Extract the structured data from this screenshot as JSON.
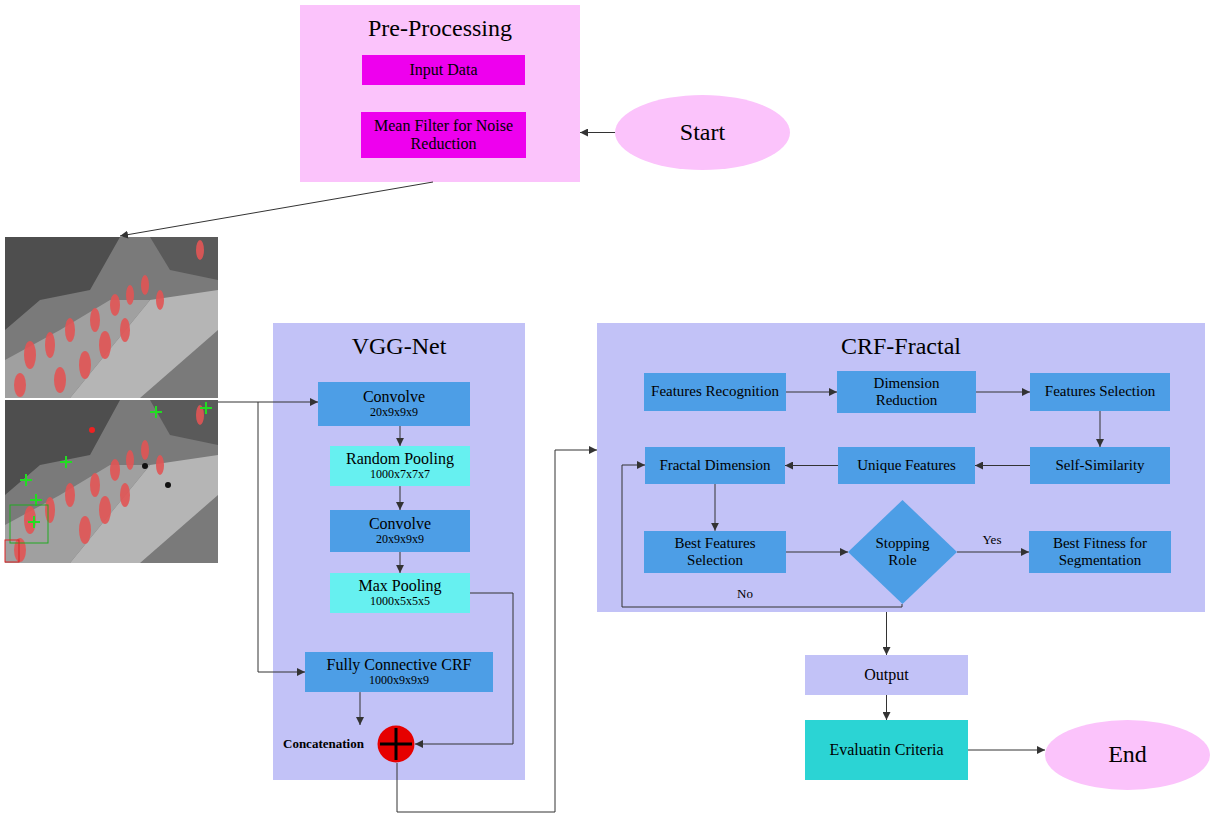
{
  "diagram": {
    "nodes": [
      {
        "text": [
          "Pre-Processing"
        ]
      },
      {
        "text": [
          "Input Data"
        ],
        "in": 0
      },
      {
        "text": [
          "Mean Filter for Noise Reduction"
        ],
        "in": 0
      },
      {
        "text": [
          "Start"
        ]
      },
      {
        "text": [
          "VGG-Net"
        ]
      },
      {
        "text": [
          "Convolve",
          "20x9x9x9"
        ],
        "in": 4
      },
      {
        "text": [
          "Random Pooling",
          "1000x7x7x7"
        ],
        "in": 4
      },
      {
        "text": [
          "Convolve",
          "20x9x9x9"
        ],
        "in": 4
      },
      {
        "text": [
          "Max Pooling",
          "1000x5x5x5"
        ],
        "in": 4
      },
      {
        "text": [
          "Fully Connective CRF",
          "1000x9x9x9"
        ],
        "in": 4
      },
      {
        "text": [
          "Concatenation"
        ],
        "in": 4
      },
      {
        "text": [
          "CRF-Fractal"
        ]
      },
      {
        "text": [
          "Features Recognition"
        ],
        "in": 11
      },
      {
        "text": [
          "Dimension Reduction"
        ],
        "in": 11
      },
      {
        "text": [
          "Features Selection"
        ],
        "in": 11
      },
      {
        "text": [
          "Fractal Dimension"
        ],
        "in": 11
      },
      {
        "text": [
          "Unique Features"
        ],
        "in": 11
      },
      {
        "text": [
          "Self-Similarity"
        ],
        "in": 11
      },
      {
        "text": [
          "Best Features Selection"
        ],
        "in": 11
      },
      {
        "text": [
          "Stopping Role"
        ],
        "in": 11
      },
      {
        "text": [
          "Best Fitness for Segmentation"
        ],
        "in": 11
      },
      {
        "text": [
          "Output"
        ]
      },
      {
        "text": [
          "Evaluatin Criteria"
        ]
      },
      {
        "text": [
          "End"
        ]
      }
    ],
    "edges": [
      {
        "from": 3,
        "to": 0,
        "arrow": "to"
      },
      {
        "from": 5,
        "to": 6,
        "arrow": "to"
      },
      {
        "from": 6,
        "to": 7,
        "arrow": "to"
      },
      {
        "from": 7,
        "to": 8,
        "arrow": "to"
      },
      {
        "from": 8,
        "to": 10,
        "arrow": "to"
      },
      {
        "from": 9,
        "to": 10,
        "arrow": "to"
      },
      {
        "from": 10,
        "to": 11,
        "arrow": "to"
      },
      {
        "from": 12,
        "to": 13,
        "arrow": "to"
      },
      {
        "from": 13,
        "to": 14,
        "arrow": "to"
      },
      {
        "from": 14,
        "to": 17,
        "arrow": "to"
      },
      {
        "from": 17,
        "to": 16,
        "arrow": "to"
      },
      {
        "from": 16,
        "to": 15,
        "arrow": "to"
      },
      {
        "from": 15,
        "to": 18,
        "arrow": "to"
      },
      {
        "from": 18,
        "to": 19,
        "arrow": "to"
      },
      {
        "from": 19,
        "to": 20,
        "label": "Yes",
        "arrow": "to"
      },
      {
        "from": 19,
        "to": 15,
        "label": "No",
        "arrow": "to"
      },
      {
        "from": 11,
        "to": 21,
        "arrow": "to"
      },
      {
        "from": 21,
        "to": 22,
        "arrow": "to"
      },
      {
        "from": 22,
        "to": 23,
        "arrow": "to"
      }
    ]
  }
}
